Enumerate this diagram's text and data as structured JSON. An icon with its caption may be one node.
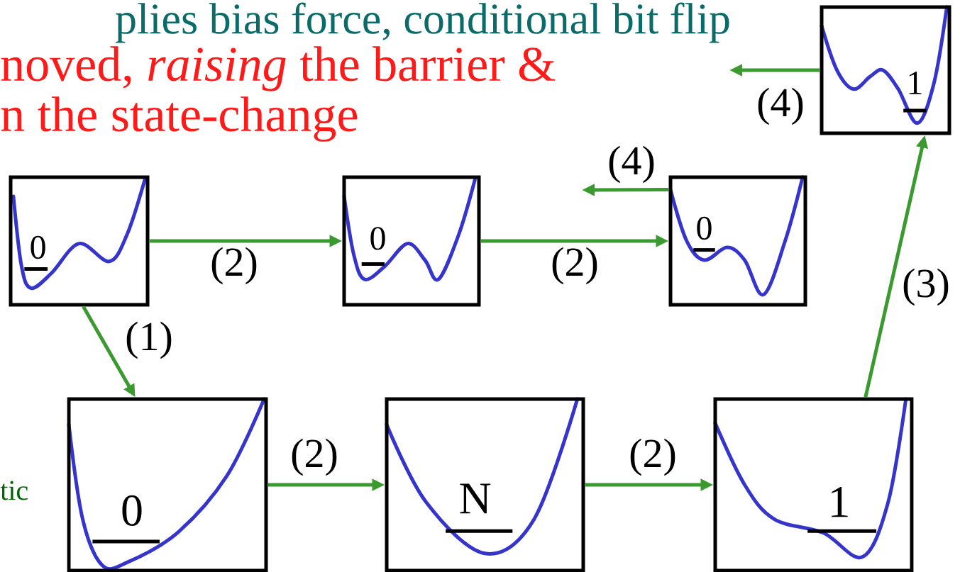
{
  "diagram": {
    "nodes": [
      {
        "text": [
          "1"
        ]
      },
      {
        "text": [
          "0"
        ]
      },
      {
        "text": [
          "0"
        ]
      },
      {
        "text": [
          "0"
        ]
      },
      {
        "text": [
          "0"
        ]
      },
      {
        "text": [
          "N"
        ]
      },
      {
        "text": [
          "1"
        ]
      }
    ],
    "edges": [
      {
        "from": 1,
        "to": 2,
        "arrow": "to",
        "label": "(2)"
      },
      {
        "from": 2,
        "to": 3,
        "arrow": "to",
        "label": "(2)"
      },
      {
        "from": 3,
        "to": null,
        "arrow": "to",
        "label": "(4)"
      },
      {
        "from": 0,
        "to": null,
        "arrow": "to",
        "label": "(4)"
      },
      {
        "from": 1,
        "to": 4,
        "arrow": "to",
        "label": "(1)"
      },
      {
        "from": 4,
        "to": 5,
        "arrow": "to",
        "label": "(2)"
      },
      {
        "from": 5,
        "to": 6,
        "arrow": "to",
        "label": "(2)"
      },
      {
        "from": 6,
        "to": 0,
        "arrow": "to",
        "label": "(3)"
      }
    ],
    "labels": [
      "plies bias force, conditional bit flip",
      "noved, *raising* the barrier &",
      "n the state-change",
      "tic"
    ]
  }
}
